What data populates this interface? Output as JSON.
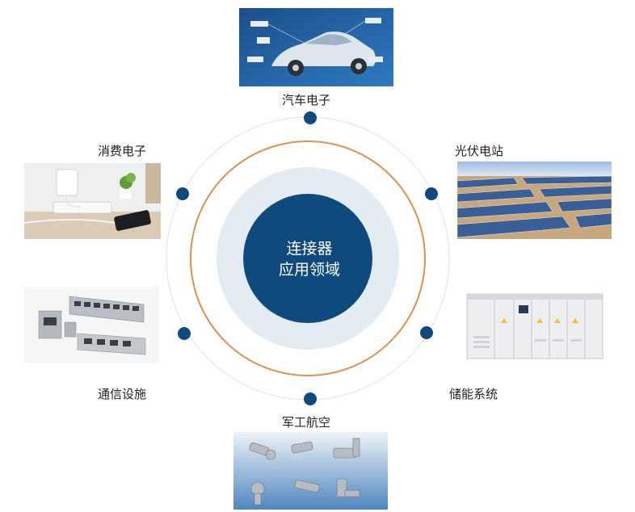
{
  "center": {
    "line1": "连接器",
    "line2": "应用领域"
  },
  "domains": {
    "auto": "汽车电子",
    "consumer": "消费电子",
    "solar": "光伏电站",
    "telecom": "通信设施",
    "storage": "储能系统",
    "military": "军工航空"
  },
  "colors": {
    "dot": "#0f4a7e",
    "core": "#0f4a7e",
    "halo": "#e4ecf3",
    "accent_ring": "#e0904e",
    "outer_ring": "#e3e6ea"
  }
}
